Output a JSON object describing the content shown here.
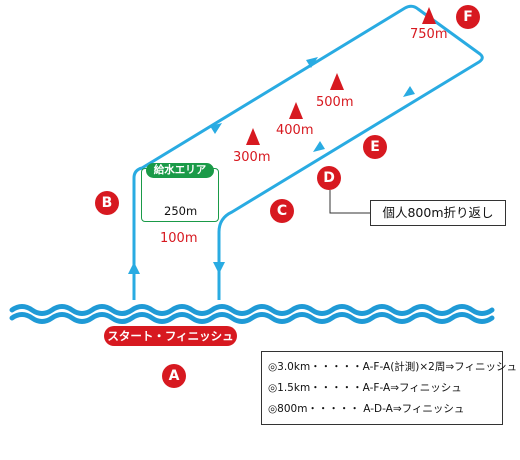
{
  "points": {
    "a": "A",
    "b": "B",
    "c": "C",
    "d": "D",
    "e": "E",
    "f": "F"
  },
  "buoys": {
    "m250": "250m",
    "m300": "300m",
    "m400": "400m",
    "m500": "500m",
    "m750": "750m"
  },
  "distance_100": "100m",
  "water_station": "給水エリア",
  "start_finish": "スタート・フィニッシュ",
  "turnaround_note": "個人800m折り返し",
  "legend": [
    "◎3.0km・・・・・A-F-A(計測)×2周⇒フィニッシュ",
    "◎1.5km・・・・・A-F-A⇒フィニッシュ",
    "◎800m・・・・・ A-D-A⇒フィニッシュ"
  ],
  "colors": {
    "course": "#29abe2",
    "red": "#d71920",
    "green": "#1a9a48",
    "wave": "#1f9ad6"
  }
}
